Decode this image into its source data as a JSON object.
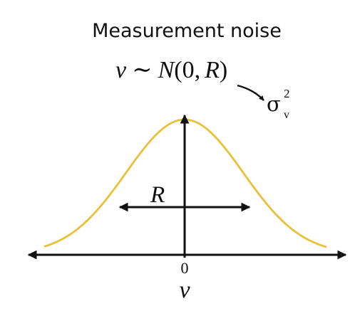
{
  "title": "Measurement noise",
  "formula": {
    "variable": "v",
    "tilde": "∼",
    "distribution": "N",
    "open_paren": "(",
    "mean": "0",
    "comma": ",",
    "variance": "R",
    "close_paren": ")"
  },
  "annotation": {
    "symbol": "σ",
    "superscript": "2",
    "subscript": "v"
  },
  "width_label": "R",
  "origin_label": "0",
  "axis_label": "v",
  "colors": {
    "curve": "#e8c13a",
    "ink": "#111111"
  }
}
